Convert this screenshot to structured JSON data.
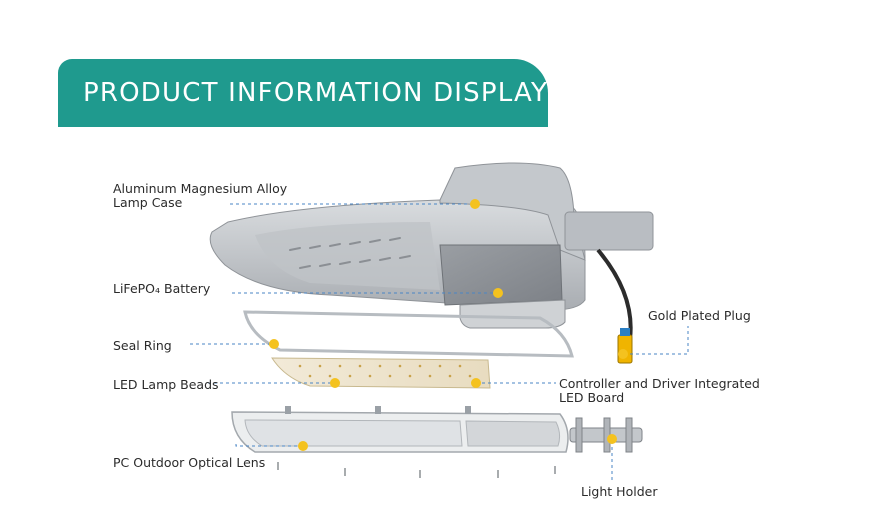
{
  "header": {
    "title": "PRODUCT INFORMATION DISPLAY"
  },
  "labels": {
    "lamp_case_line1": "Aluminum Magnesium Alloy",
    "lamp_case_line2": "Lamp Case",
    "battery": "LiFePO₄ Battery",
    "seal_ring": "Seal Ring",
    "led_beads": "LED Lamp Beads",
    "optical_lens": "PC Outdoor Optical Lens",
    "gold_plug": "Gold Plated Plug",
    "controller_line1": "Controller and Driver Integrated",
    "controller_line2": "LED Board",
    "light_holder": "Light Holder"
  },
  "colors": {
    "banner": "#1f9a8e",
    "marker": "#f4c21f",
    "leader": "#4a86c5"
  }
}
